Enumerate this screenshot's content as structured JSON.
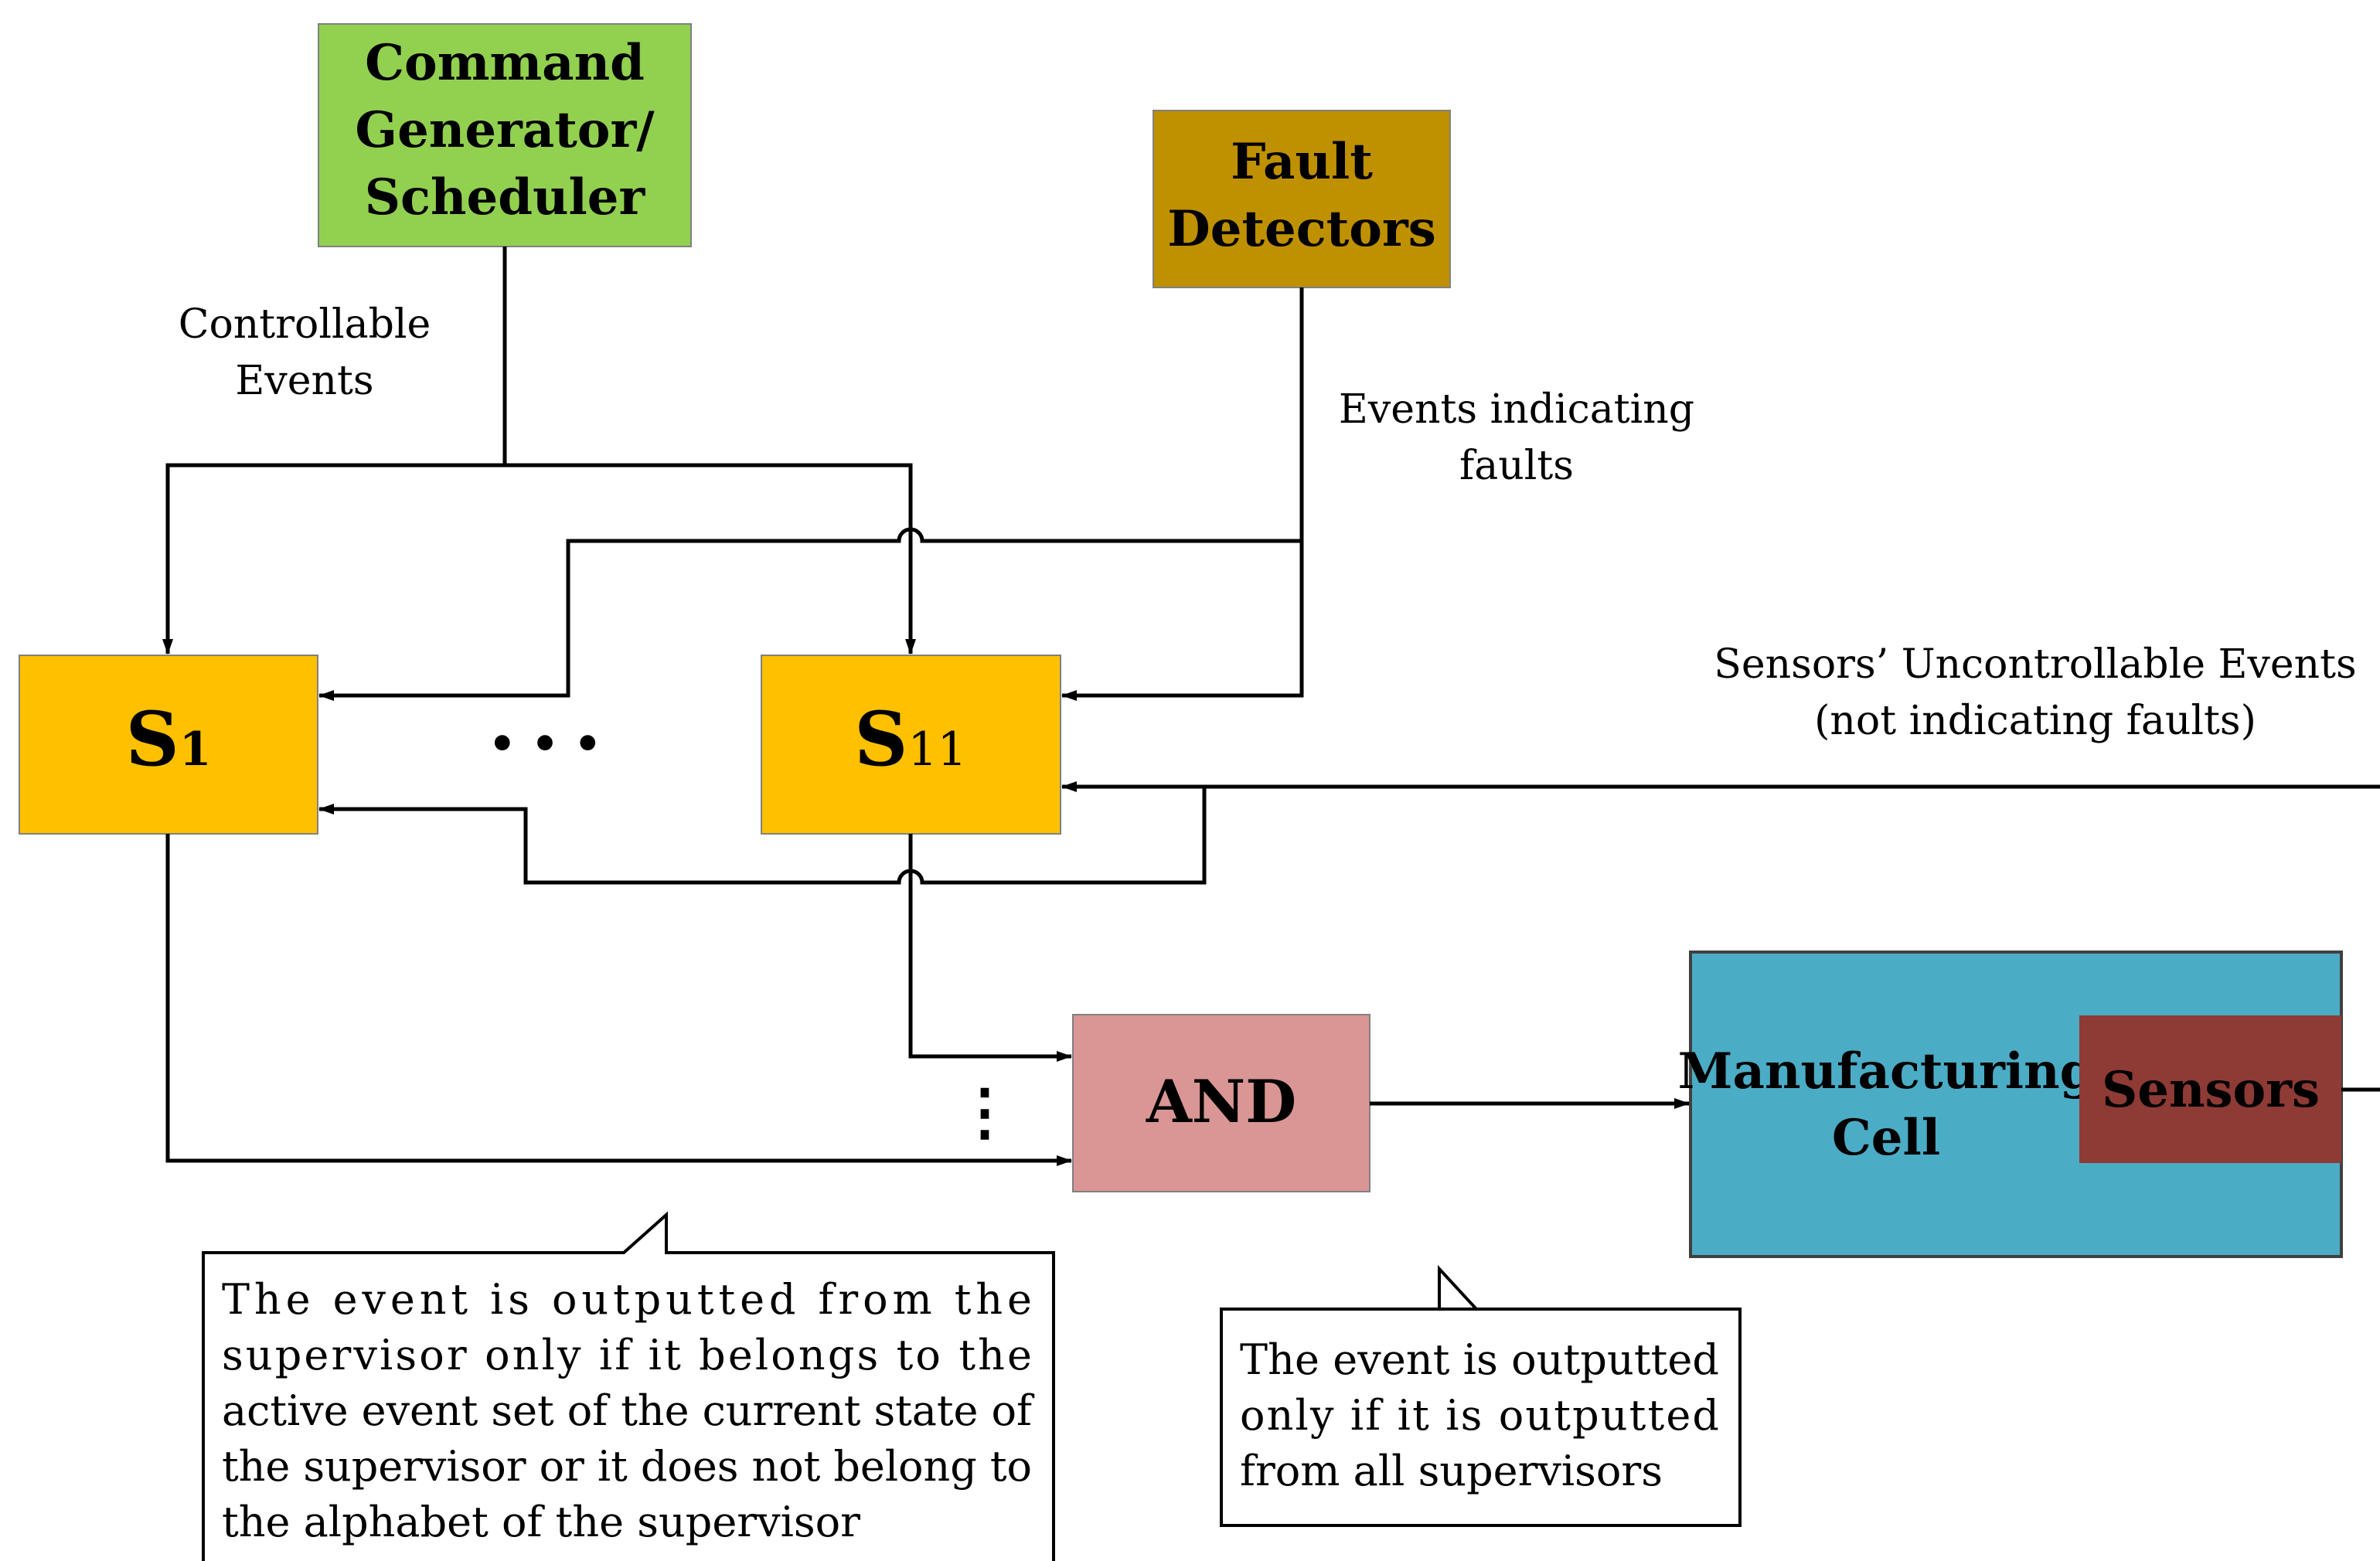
{
  "colors": {
    "command_box": "#92d050",
    "fault_box": "#bf9000",
    "supervisor_box": "#ffc000",
    "and_box": "#d99694",
    "cell_box": "#4bacc6",
    "sensors_box": "#8e3a35"
  },
  "nodes": {
    "command": {
      "lines": [
        "Command",
        "Generator/",
        "Scheduler"
      ]
    },
    "fault": {
      "lines": [
        "Fault",
        "Detectors"
      ]
    },
    "s1": {
      "letter": "S",
      "subscript": "1"
    },
    "s11": {
      "letter": "S",
      "subscript": "11"
    },
    "and_gate": {
      "label": "AND"
    },
    "cell": {
      "lines": [
        "Manufacturing",
        "Cell"
      ]
    },
    "sensors": {
      "label": "Sensors"
    }
  },
  "labels": {
    "controllable": [
      "Controllable",
      "Events"
    ],
    "faults": [
      "Events indicating",
      "faults"
    ],
    "sensors_events": [
      "Sensors’ Uncontrollable Events",
      "(not indicating faults)"
    ],
    "horizontal_ellipsis": "• • •",
    "vertical_ellipsis": "⋮"
  },
  "callouts": {
    "supervisor_output": [
      "The  event  is  outputted  from  the",
      "supervisor  only  if  it  belongs  to  the",
      "active event set of the current state of",
      "the supervisor or it does not belong to",
      "the alphabet of the supervisor"
    ],
    "and_output": [
      "The event is outputted",
      "only  if  it  is  outputted",
      "from all supervisors"
    ]
  }
}
